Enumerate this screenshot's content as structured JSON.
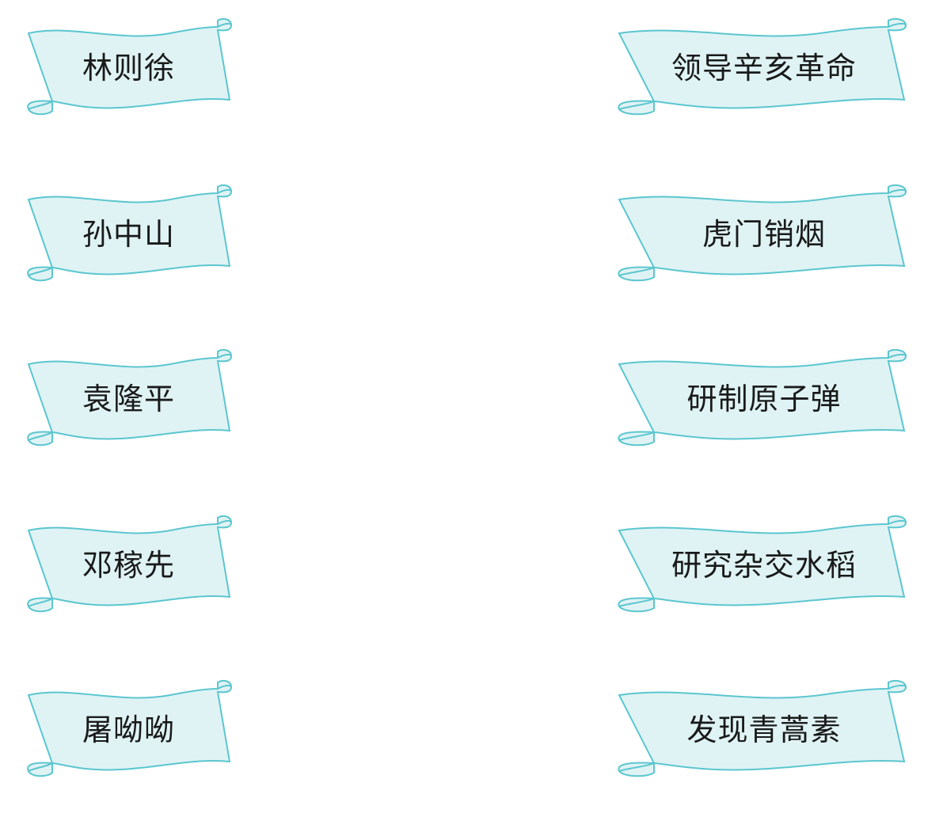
{
  "colors": {
    "scroll_fill": "#dff3f4",
    "scroll_stroke": "#5bc6cf",
    "text": "#1a1a1a"
  },
  "people": [
    {
      "name": "林则徐"
    },
    {
      "name": "孙中山"
    },
    {
      "name": "袁隆平"
    },
    {
      "name": "邓稼先"
    },
    {
      "name": "屠呦呦"
    }
  ],
  "achievements": [
    {
      "label": "领导辛亥革命"
    },
    {
      "label": "虎门销烟"
    },
    {
      "label": "研制原子弹"
    },
    {
      "label": "研究杂交水稻"
    },
    {
      "label": "发现青蒿素"
    }
  ]
}
